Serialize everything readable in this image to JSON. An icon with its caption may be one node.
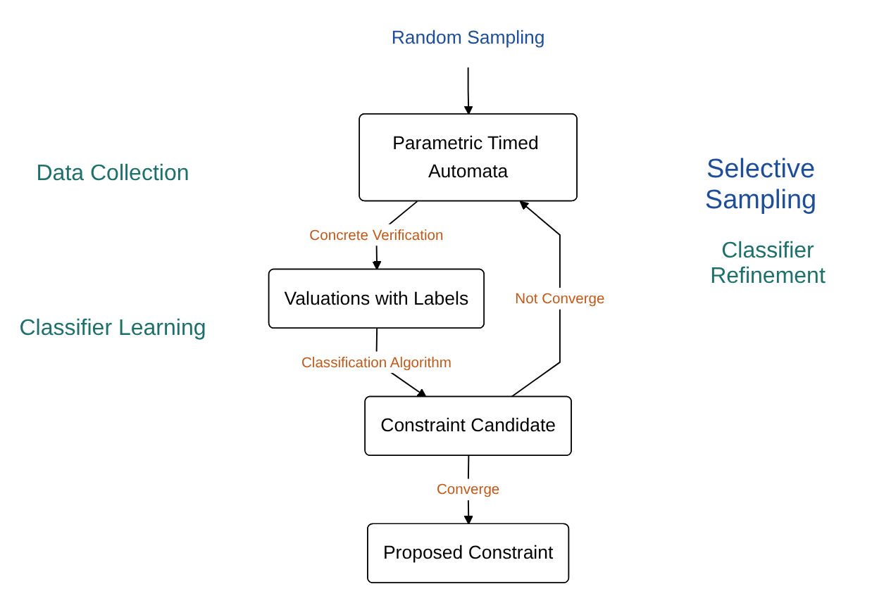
{
  "diagram": {
    "nodes": [
      {
        "text": [
          "Random Sampling"
        ]
      },
      {
        "text": [
          "Parametric Timed Automata"
        ]
      },
      {
        "text": [
          "Valuations with Labels"
        ]
      },
      {
        "text": [
          "Constraint Candidate"
        ]
      },
      {
        "text": [
          "Proposed Constraint"
        ]
      }
    ],
    "edges": [
      {
        "from": 0,
        "to": 1,
        "arrow": "to"
      },
      {
        "from": 1,
        "to": 2,
        "arrow": "to",
        "label": "Concrete Verification"
      },
      {
        "from": 2,
        "to": 3,
        "arrow": "to",
        "label": "Classification Algorithm"
      },
      {
        "from": 3,
        "to": 4,
        "arrow": "to",
        "label": "Converge"
      },
      {
        "from": 3,
        "to": 1,
        "arrow": "to",
        "label": "Not Converge"
      }
    ],
    "labels": [
      "Data Collection",
      "Selective Sampling",
      "Classifier Refinement",
      "Classifier Learning"
    ]
  }
}
